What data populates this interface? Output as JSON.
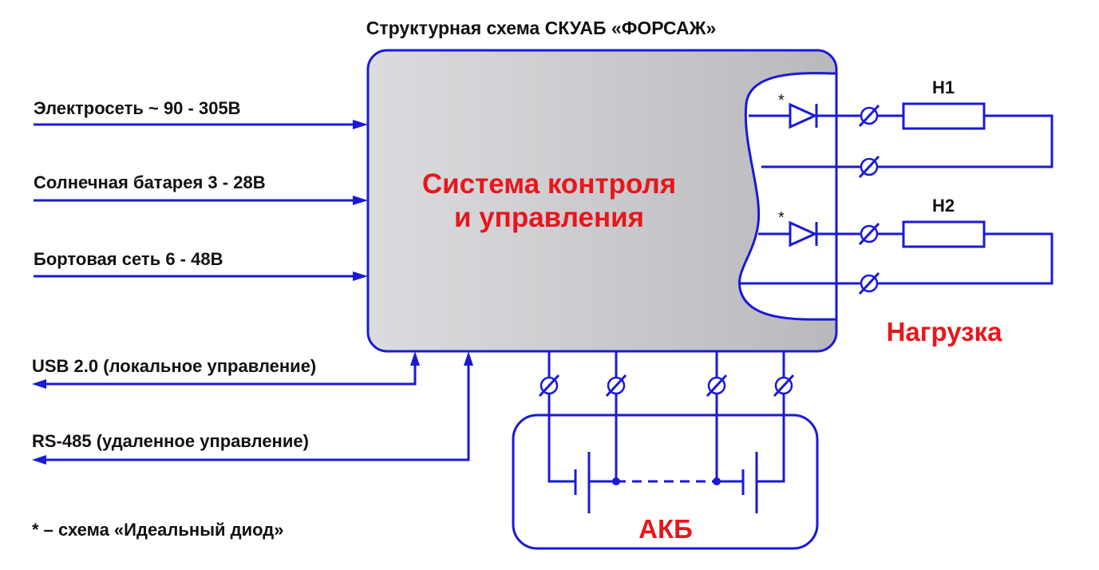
{
  "title": "Структурная схема СКУАБ «ФОРСАЖ»",
  "inputs": {
    "mains": "Электросеть ~ 90 - 305В",
    "solar": "Солнечная батарея 3 - 28В",
    "onboard": "Бортовая сеть 6 - 48В"
  },
  "interfaces": {
    "usb": "USB 2.0 (локальное управление)",
    "rs485": "RS-485 (удаленное управление)"
  },
  "control_block": {
    "line1": "Система контроля",
    "line2": "и управления"
  },
  "loads": {
    "h1": "Н1",
    "h2": "Н2",
    "label": "Нагрузка"
  },
  "diode_marks": [
    "*",
    "*"
  ],
  "battery_label": "АКБ",
  "footnote": "* – схема «Идеальный диод»",
  "colors": {
    "wire": "#1a1ad6",
    "accent_text": "#e8161b",
    "block_fill": "#c8c8cc"
  }
}
